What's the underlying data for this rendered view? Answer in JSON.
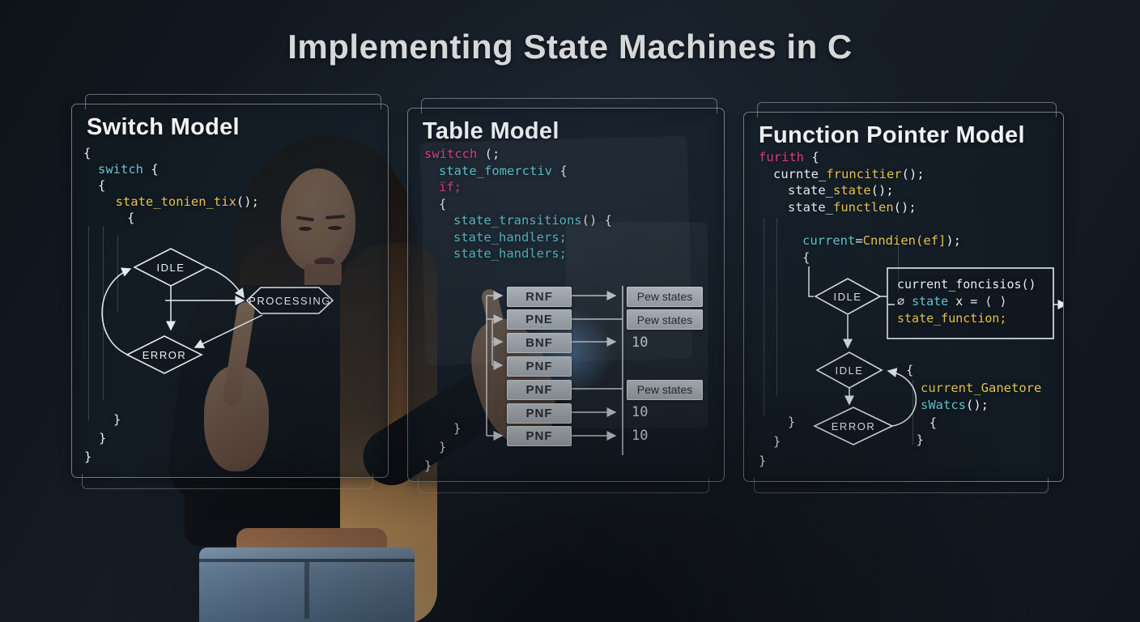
{
  "title": "Implementing State Machines in C",
  "colors": {
    "accent_cyan": "#5ecbd8",
    "accent_yellow": "#e5c352",
    "accent_pink": "#e23a80",
    "code_white": "#edf0f3",
    "panel_border": "#c3cdd7",
    "table_box_bg": "#c8cdd4",
    "highlight_blue": "#82beff"
  },
  "panels": [
    {
      "heading": "Switch Model",
      "code": [
        {
          "ind": 0,
          "tk": [
            {
              "t": "{",
              "c": "w"
            }
          ]
        },
        {
          "ind": 1,
          "tk": [
            {
              "t": "switch ",
              "c": "cy"
            },
            {
              "t": "{",
              "c": "w"
            }
          ]
        },
        {
          "ind": 1,
          "tk": [
            {
              "t": "{",
              "c": "w"
            }
          ]
        },
        {
          "ind": 2.2,
          "tk": [
            {
              "t": "state_tonien_tix",
              "c": "yl"
            },
            {
              "t": "();",
              "c": "w"
            }
          ]
        },
        {
          "ind": 3,
          "tk": [
            {
              "t": "{",
              "c": "w"
            }
          ]
        }
      ],
      "nodes": [
        "IDLE",
        "PROCESSING",
        "ERROR"
      ],
      "closers": [
        {
          "ind": 2,
          "tk": [
            {
              "t": "}",
              "c": "w"
            }
          ]
        },
        {
          "ind": 1,
          "tk": [
            {
              "t": "}",
              "c": "w"
            }
          ]
        },
        {
          "ind": 0,
          "tk": [
            {
              "t": "}",
              "c": "w"
            }
          ]
        }
      ]
    },
    {
      "heading": "Table Model",
      "code": [
        {
          "ind": 0,
          "tk": [
            {
              "t": "switcch ",
              "c": "pk"
            },
            {
              "t": "(;",
              "c": "w"
            }
          ]
        },
        {
          "ind": 1,
          "tk": [
            {
              "t": "state_fomerctiv ",
              "c": "cy"
            },
            {
              "t": "{",
              "c": "w"
            }
          ]
        },
        {
          "ind": 1,
          "tk": [
            {
              "t": "ïf;",
              "c": "pk"
            }
          ]
        },
        {
          "ind": 1,
          "tk": [
            {
              "t": "{",
              "c": "w"
            }
          ]
        },
        {
          "ind": 2,
          "tk": [
            {
              "t": "state_transitions",
              "c": "cy"
            },
            {
              "t": "() {",
              "c": "w"
            }
          ]
        },
        {
          "ind": 2,
          "tk": [
            {
              "t": "state_handlers;",
              "c": "cy"
            }
          ]
        },
        {
          "ind": 2,
          "tk": [
            {
              "t": "state_handlers;",
              "c": "cy"
            }
          ]
        }
      ],
      "table": [
        {
          "key": "RNF",
          "value": "Pew states",
          "boxed": true
        },
        {
          "key": "PNE",
          "value": "Pew states",
          "boxed": true
        },
        {
          "key": "BNF",
          "value": "10",
          "boxed": false
        },
        {
          "key": "PNF",
          "value": "",
          "boxed": false
        },
        {
          "key": "PNF",
          "value": "Pew states",
          "boxed": true
        },
        {
          "key": "PNF",
          "value": "10",
          "boxed": false
        },
        {
          "key": "PNF",
          "value": "10",
          "boxed": false
        }
      ],
      "closers": [
        {
          "ind": 2,
          "tk": [
            {
              "t": "}",
              "c": "w"
            }
          ]
        },
        {
          "ind": 1,
          "tk": [
            {
              "t": "}",
              "c": "w"
            }
          ]
        },
        {
          "ind": 0,
          "tk": [
            {
              "t": "}",
              "c": "w"
            }
          ]
        }
      ]
    },
    {
      "heading": "Function Pointer Model",
      "code": [
        {
          "ind": 0,
          "tk": [
            {
              "t": "furith ",
              "c": "pk"
            },
            {
              "t": "{",
              "c": "w"
            }
          ]
        },
        {
          "ind": 1,
          "tk": [
            {
              "t": "curnte_",
              "c": "w"
            },
            {
              "t": "fruncitier",
              "c": "yl"
            },
            {
              "t": "();",
              "c": "w"
            }
          ]
        },
        {
          "ind": 2,
          "tk": [
            {
              "t": "state_",
              "c": "w"
            },
            {
              "t": "state",
              "c": "yl"
            },
            {
              "t": "();",
              "c": "w"
            }
          ]
        },
        {
          "ind": 2,
          "tk": [
            {
              "t": "state_",
              "c": "w"
            },
            {
              "t": "functlen",
              "c": "yl"
            },
            {
              "t": "();",
              "c": "w"
            }
          ]
        }
      ],
      "code2": [
        {
          "ind": 0,
          "tk": [
            {
              "t": "current",
              "c": "cy"
            },
            {
              "t": "=",
              "c": "w"
            },
            {
              "t": "Cnndien(ef]",
              "c": "yl"
            },
            {
              "t": ");",
              "c": "w"
            }
          ]
        },
        {
          "ind": 0,
          "tk": [
            {
              "t": "{",
              "c": "w"
            }
          ]
        }
      ],
      "box_lines": [
        {
          "ind": 0,
          "tk": [
            {
              "t": "current_foncisios()",
              "c": "w"
            }
          ]
        },
        {
          "ind": 0,
          "tk": [
            {
              "t": "∅ ",
              "c": "w"
            },
            {
              "t": "state",
              "c": "cy"
            },
            {
              "t": " x = ⟨ ⟩",
              "c": "w"
            }
          ]
        },
        {
          "ind": 0,
          "tk": [
            {
              "t": "state_function;",
              "c": "yl"
            }
          ]
        }
      ],
      "side_code": [
        {
          "ind": 0,
          "tk": [
            {
              "t": "{",
              "c": "w"
            }
          ]
        },
        {
          "ind": 1,
          "tk": [
            {
              "t": "current_Ganetore",
              "c": "yl"
            }
          ]
        },
        {
          "ind": 1,
          "tk": [
            {
              "t": "sWatcs",
              "c": "cy"
            },
            {
              "t": "();",
              "c": "w"
            }
          ]
        },
        {
          "ind": 1.6,
          "tk": [
            {
              "t": "{",
              "c": "w"
            }
          ]
        },
        {
          "ind": 0.7,
          "tk": [
            {
              "t": "}",
              "c": "w"
            }
          ]
        }
      ],
      "nodes": [
        "IDLE",
        "IDLE",
        "ERROR"
      ],
      "closers": [
        {
          "ind": 2,
          "tk": [
            {
              "t": "}",
              "c": "w"
            }
          ]
        },
        {
          "ind": 1,
          "tk": [
            {
              "t": "}",
              "c": "w"
            }
          ]
        },
        {
          "ind": 0,
          "tk": [
            {
              "t": "}",
              "c": "w"
            }
          ]
        }
      ]
    }
  ]
}
